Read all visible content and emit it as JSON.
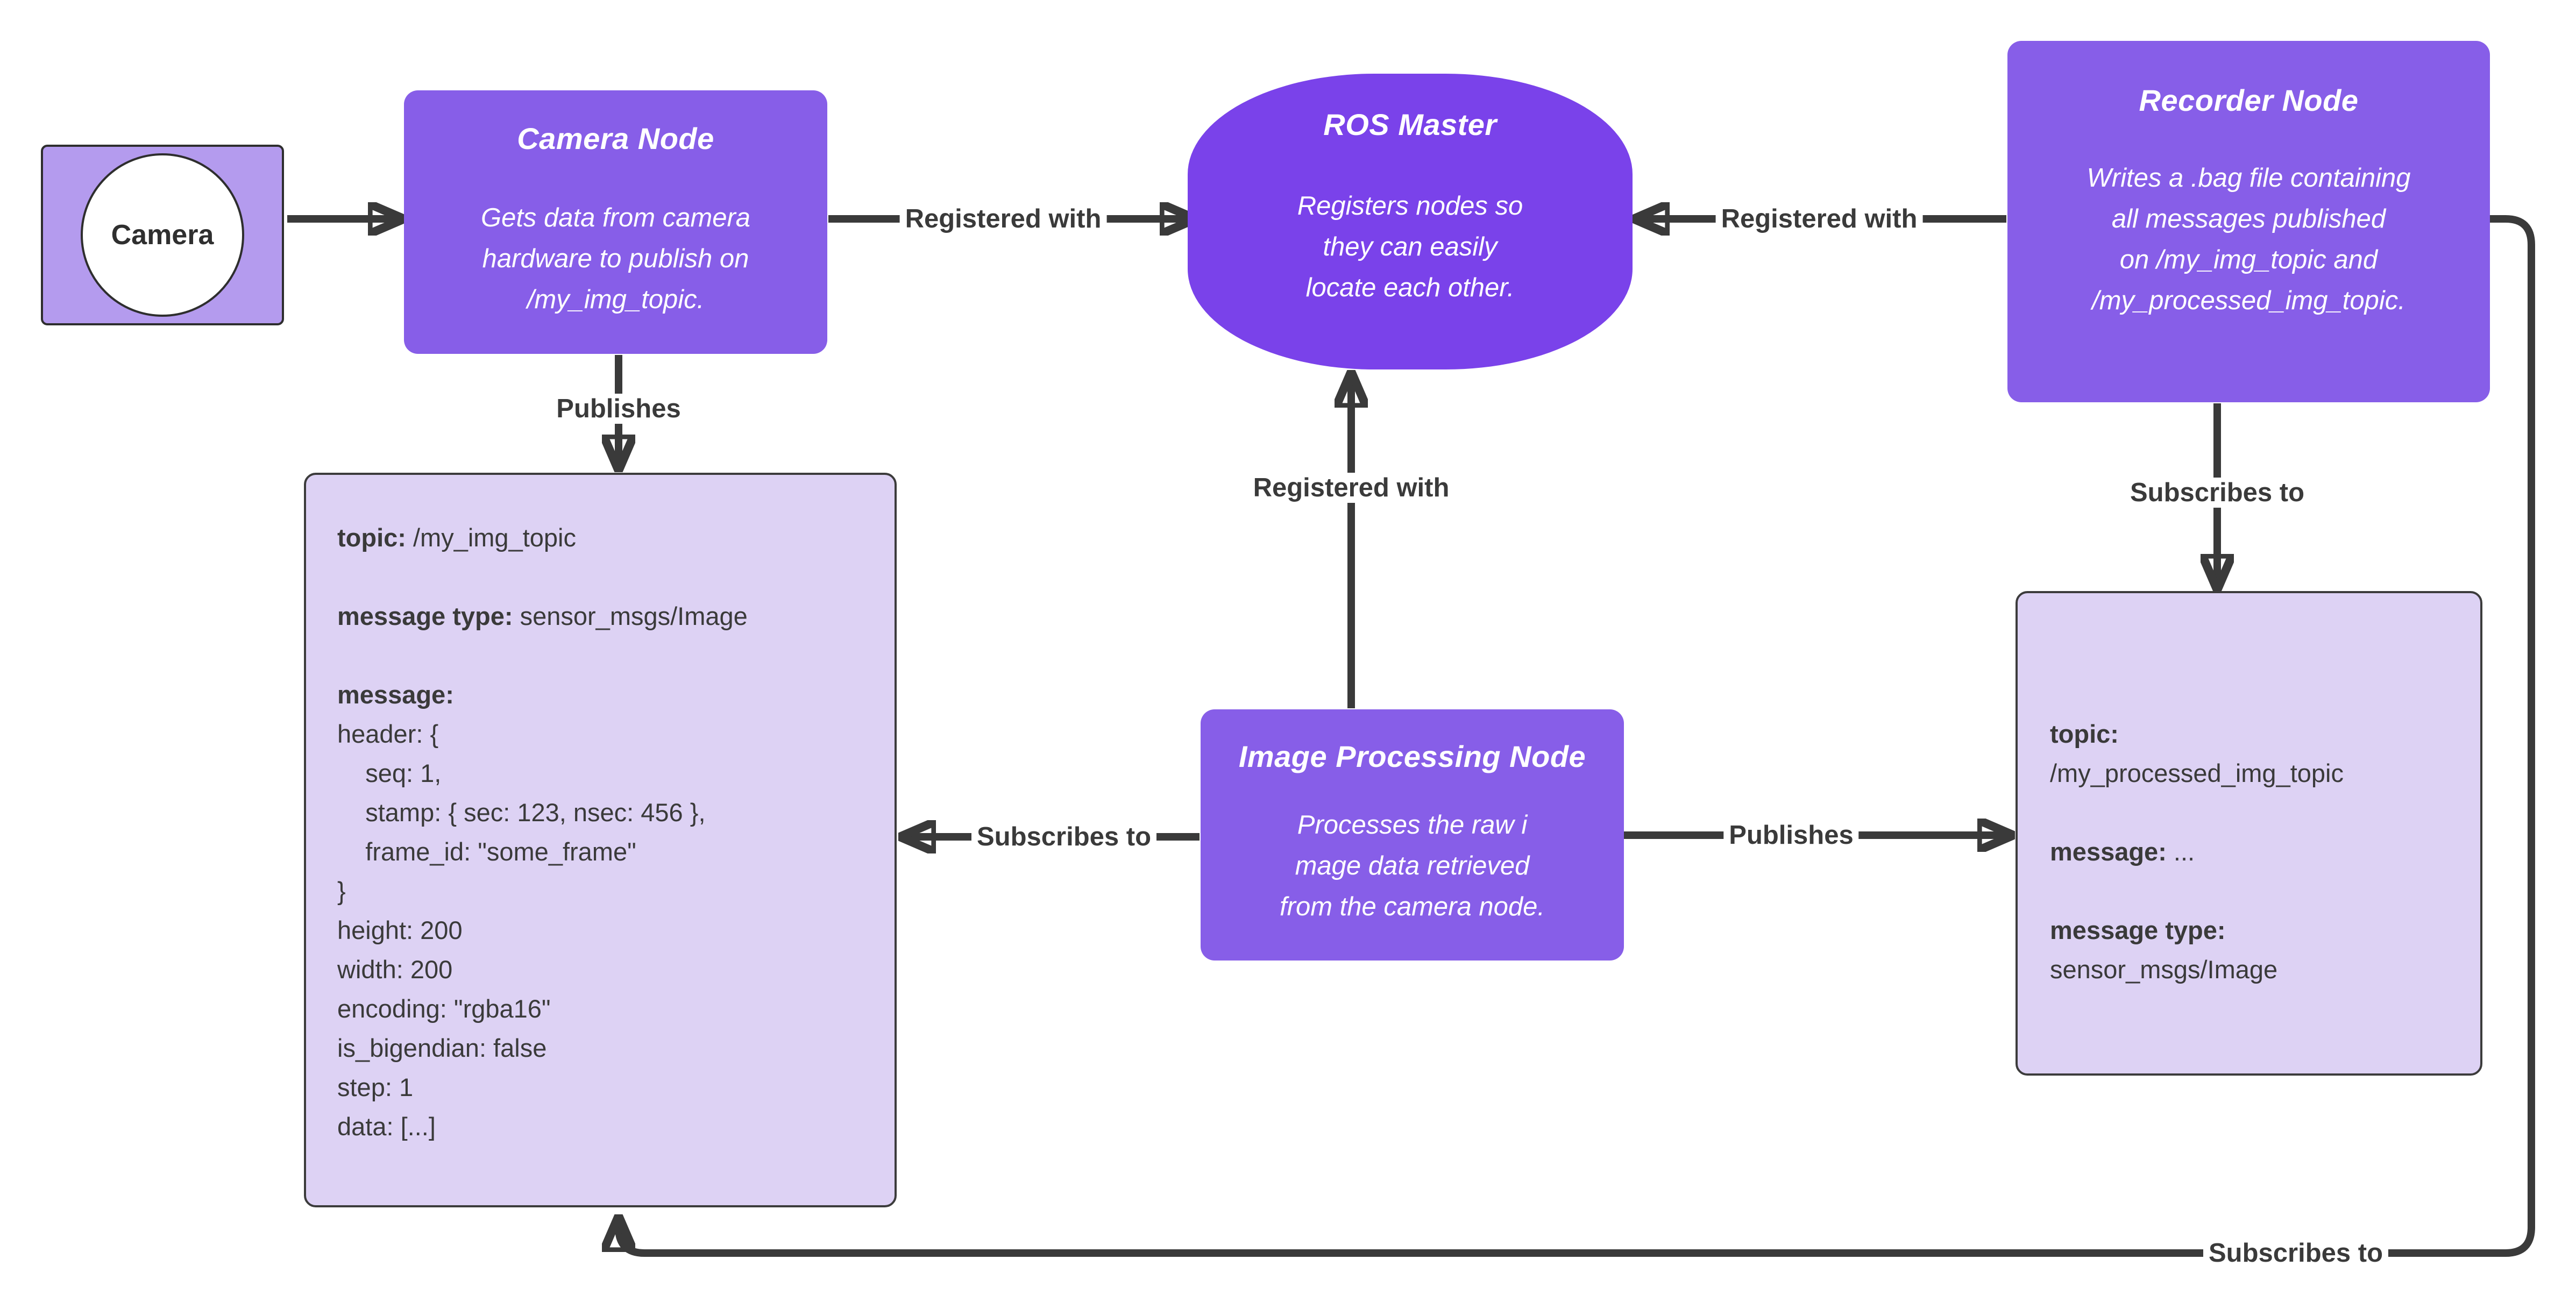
{
  "colors": {
    "node_fill": "#875ee8",
    "master_fill": "#7a42ea",
    "camera_hw_fill": "#b49bee",
    "topic_box_fill": "#ddd2f4",
    "connector": "#3a3a3a",
    "text_on_purple": "#ffffff",
    "text_dark": "#3a3a3a"
  },
  "nodes": {
    "camera_hw": {
      "label": "Camera"
    },
    "camera_node": {
      "title": "Camera Node",
      "body": "Gets data from camera\nhardware to publish on\n/my_img_topic."
    },
    "ros_master": {
      "title": "ROS Master",
      "body": "Registers nodes so\nthey can easily\nlocate each other."
    },
    "recorder_node": {
      "title": "Recorder Node",
      "body": "Writes a .bag file containing\nall messages published\non /my_img_topic and\n/my_processed_img_topic."
    },
    "image_processing_node": {
      "title": "Image Processing Node",
      "body": "Processes the raw i\nmage data retrieved\nfrom the camera node."
    },
    "img_topic_box": {
      "topic_label": "topic:",
      "topic_value": "/my_img_topic",
      "msgtype_label": "message type:",
      "msgtype_value": "sensor_msgs/Image",
      "message_label": "message:",
      "message_block": "header: {\n    seq: 1,\n    stamp: { sec: 123, nsec: 456 },\n    frame_id: \"some_frame\"\n}\nheight: 200\nwidth: 200\nencoding: \"rgba16\"\nis_bigendian: false\nstep: 1\ndata: [...]"
    },
    "processed_topic_box": {
      "topic_label": "topic:",
      "topic_value": "/my_processed_img_topic",
      "message_label": "message:",
      "message_value": "...",
      "msgtype_label": "message type:",
      "msgtype_value": "sensor_msgs/Image"
    }
  },
  "edge_labels": {
    "registered_with_camera_node": "Registered with",
    "registered_with_recorder_node": "Registered with",
    "registered_with_image_processing": "Registered with",
    "publishes_camera_node": "Publishes",
    "subscribes_image_processing": "Subscribes to",
    "publishes_image_processing": "Publishes",
    "subscribes_recorder_processed": "Subscribes to",
    "subscribes_recorder_raw": "Subscribes to"
  }
}
